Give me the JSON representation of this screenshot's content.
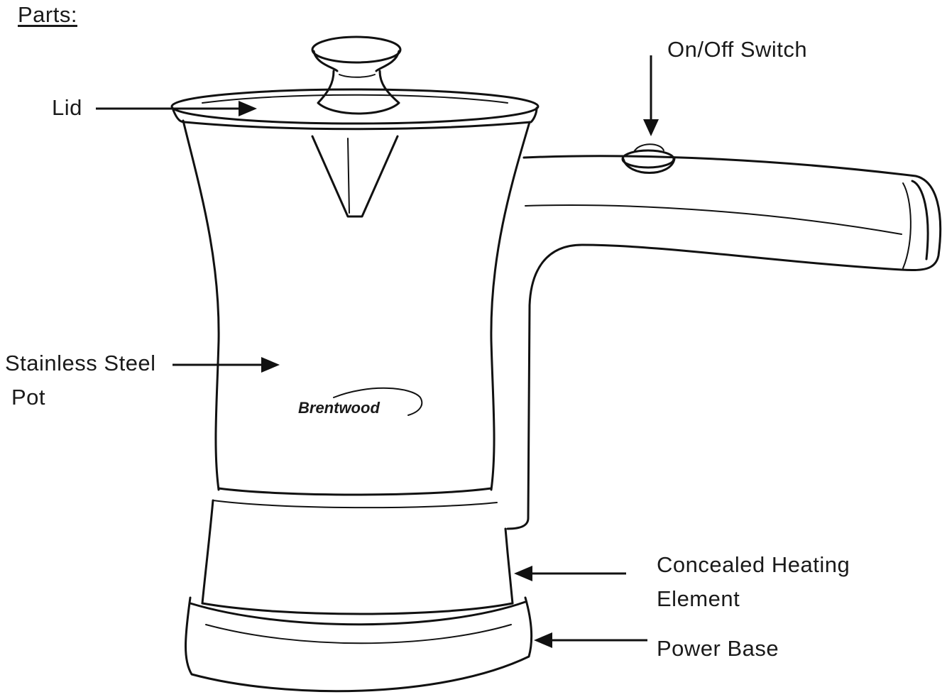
{
  "title": "Parts:",
  "brand": "Brentwood",
  "labels": {
    "lid": "Lid",
    "switch": "On/Off Switch",
    "pot_line1": "Stainless Steel",
    "pot_line2": "Pot",
    "heating_line1": "Concealed Heating",
    "heating_line2": "Element",
    "base": "Power Base"
  }
}
